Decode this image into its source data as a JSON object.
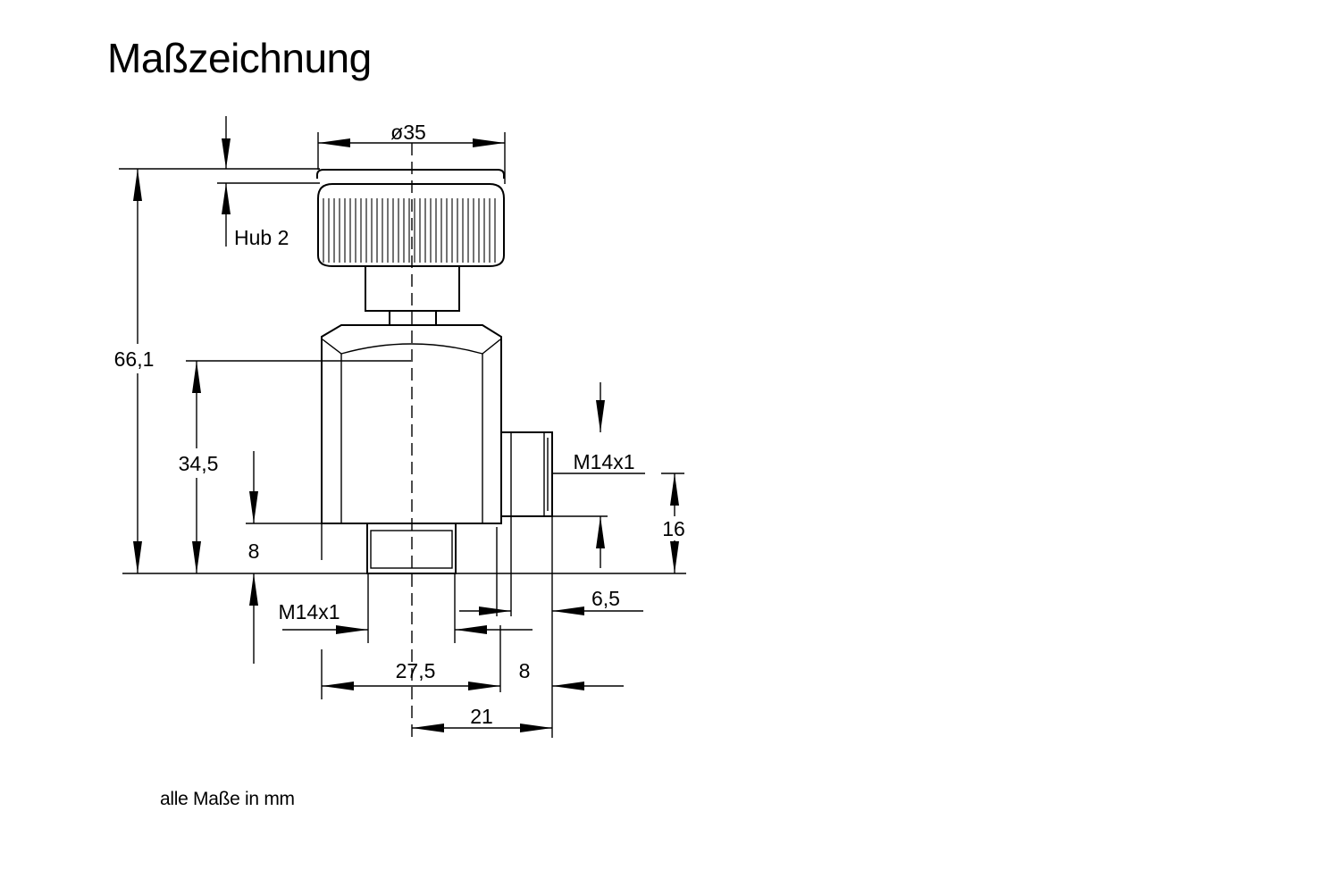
{
  "title": "Maßzeichnung",
  "footnote": "alle Maße in mm",
  "dimensions": {
    "diameter": "ø35",
    "stroke": "Hub 2",
    "overall_height": "66,1",
    "body_height": "34,5",
    "bottom_thread_length": "8",
    "bottom_thread": "M14x1",
    "side_thread": "M14x1",
    "side_thread_height": "16",
    "side_thread_depth": "6,5",
    "body_width": "27,5",
    "side_offset": "8",
    "center_to_side": "21"
  }
}
